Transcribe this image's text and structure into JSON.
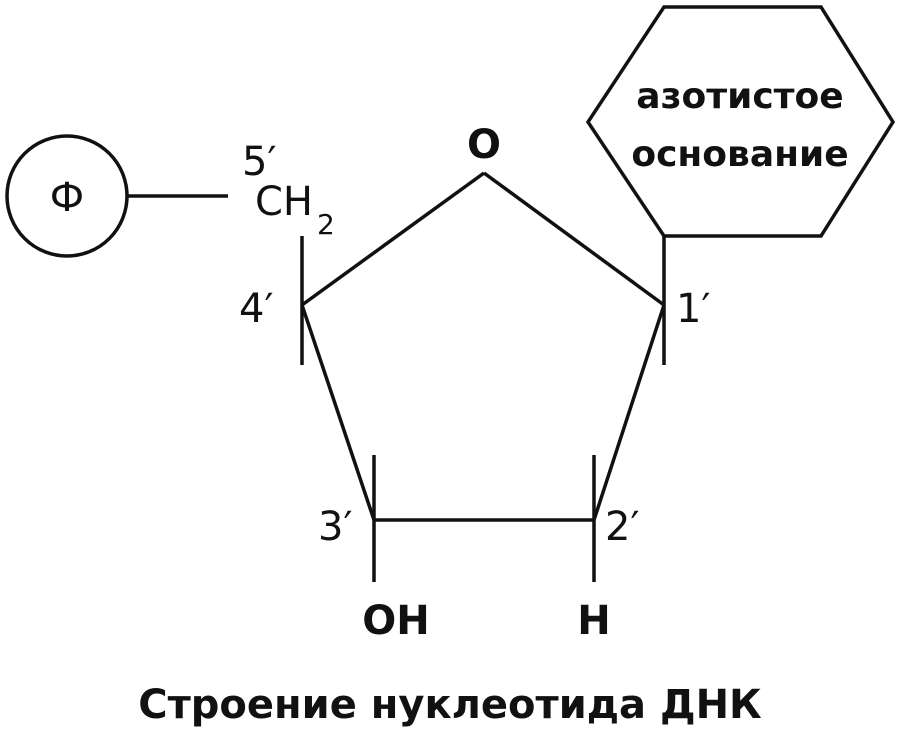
{
  "phosphate": {
    "label": "Ф"
  },
  "carbon5": {
    "label": "5′"
  },
  "ch2": {
    "main": "CH",
    "subscript": "2"
  },
  "carbon4": {
    "label": "4′"
  },
  "ring_oxygen": {
    "label": "O"
  },
  "carbon1": {
    "label": "1′"
  },
  "carbon2": {
    "label": "2′"
  },
  "carbon3": {
    "label": "3′"
  },
  "hydroxyl": {
    "label": "OH"
  },
  "hydrogen": {
    "label": "H"
  },
  "base": {
    "line1": "азотистое",
    "line2": "основание"
  },
  "caption": "Строение нуклеотида ДНК"
}
